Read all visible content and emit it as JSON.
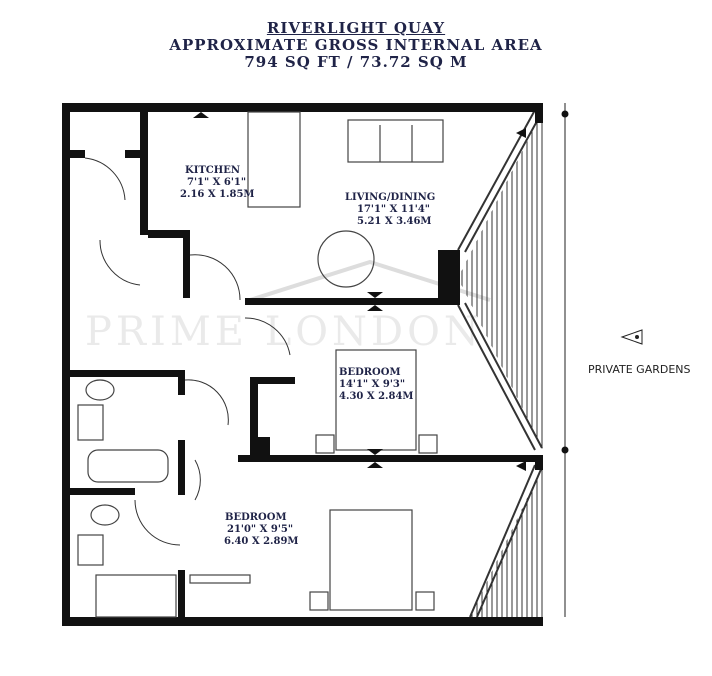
{
  "header": {
    "development": "RIVERLIGHT QUAY",
    "area_label": "APPROXIMATE GROSS INTERNAL AREA",
    "area_value": "794 SQ FT / 73.72 SQ M"
  },
  "rooms": [
    {
      "name": "KITCHEN",
      "imperial": "7'1\" X 6'1\"",
      "metric": "2.16 X 1.85M"
    },
    {
      "name": "LIVING/DINING",
      "imperial": "17'1\" X 11'4\"",
      "metric": "5.21 X 3.46M"
    },
    {
      "name": "BEDROOM",
      "imperial": "14'1\" X 9'3\"",
      "metric": "4.30 X 2.84M"
    },
    {
      "name": "BEDROOM",
      "imperial": "21'0\" X 9'5\"",
      "metric": "6.40 X 2.89M"
    }
  ],
  "annotations": {
    "garden": "PRIVATE GARDENS"
  },
  "watermark": "PRIME LONDON",
  "colors": {
    "text": "#1f2347",
    "wall": "#111111"
  }
}
